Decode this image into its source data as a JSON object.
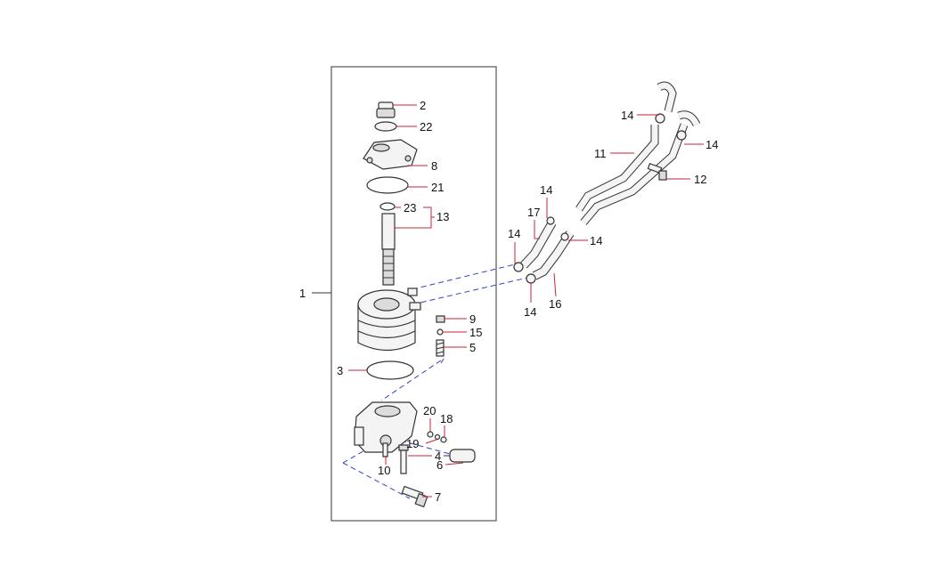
{
  "callouts": {
    "c1": "1",
    "c2": "2",
    "c3": "3",
    "c4": "4",
    "c5": "5",
    "c6": "6",
    "c7": "7",
    "c8": "8",
    "c9": "9",
    "c10": "10",
    "c11": "11",
    "c12": "12",
    "c13": "13",
    "c14a": "14",
    "c14b": "14",
    "c14c": "14",
    "c14d": "14",
    "c14e": "14",
    "c14f": "14",
    "c15": "15",
    "c16": "16",
    "c17": "17",
    "c18": "18",
    "c19": "19",
    "c20": "20",
    "c21": "21",
    "c22": "22",
    "c23": "23"
  },
  "colors": {
    "leader": "#cc2233",
    "hidden_line": "#3344bb",
    "outline": "#333333"
  }
}
